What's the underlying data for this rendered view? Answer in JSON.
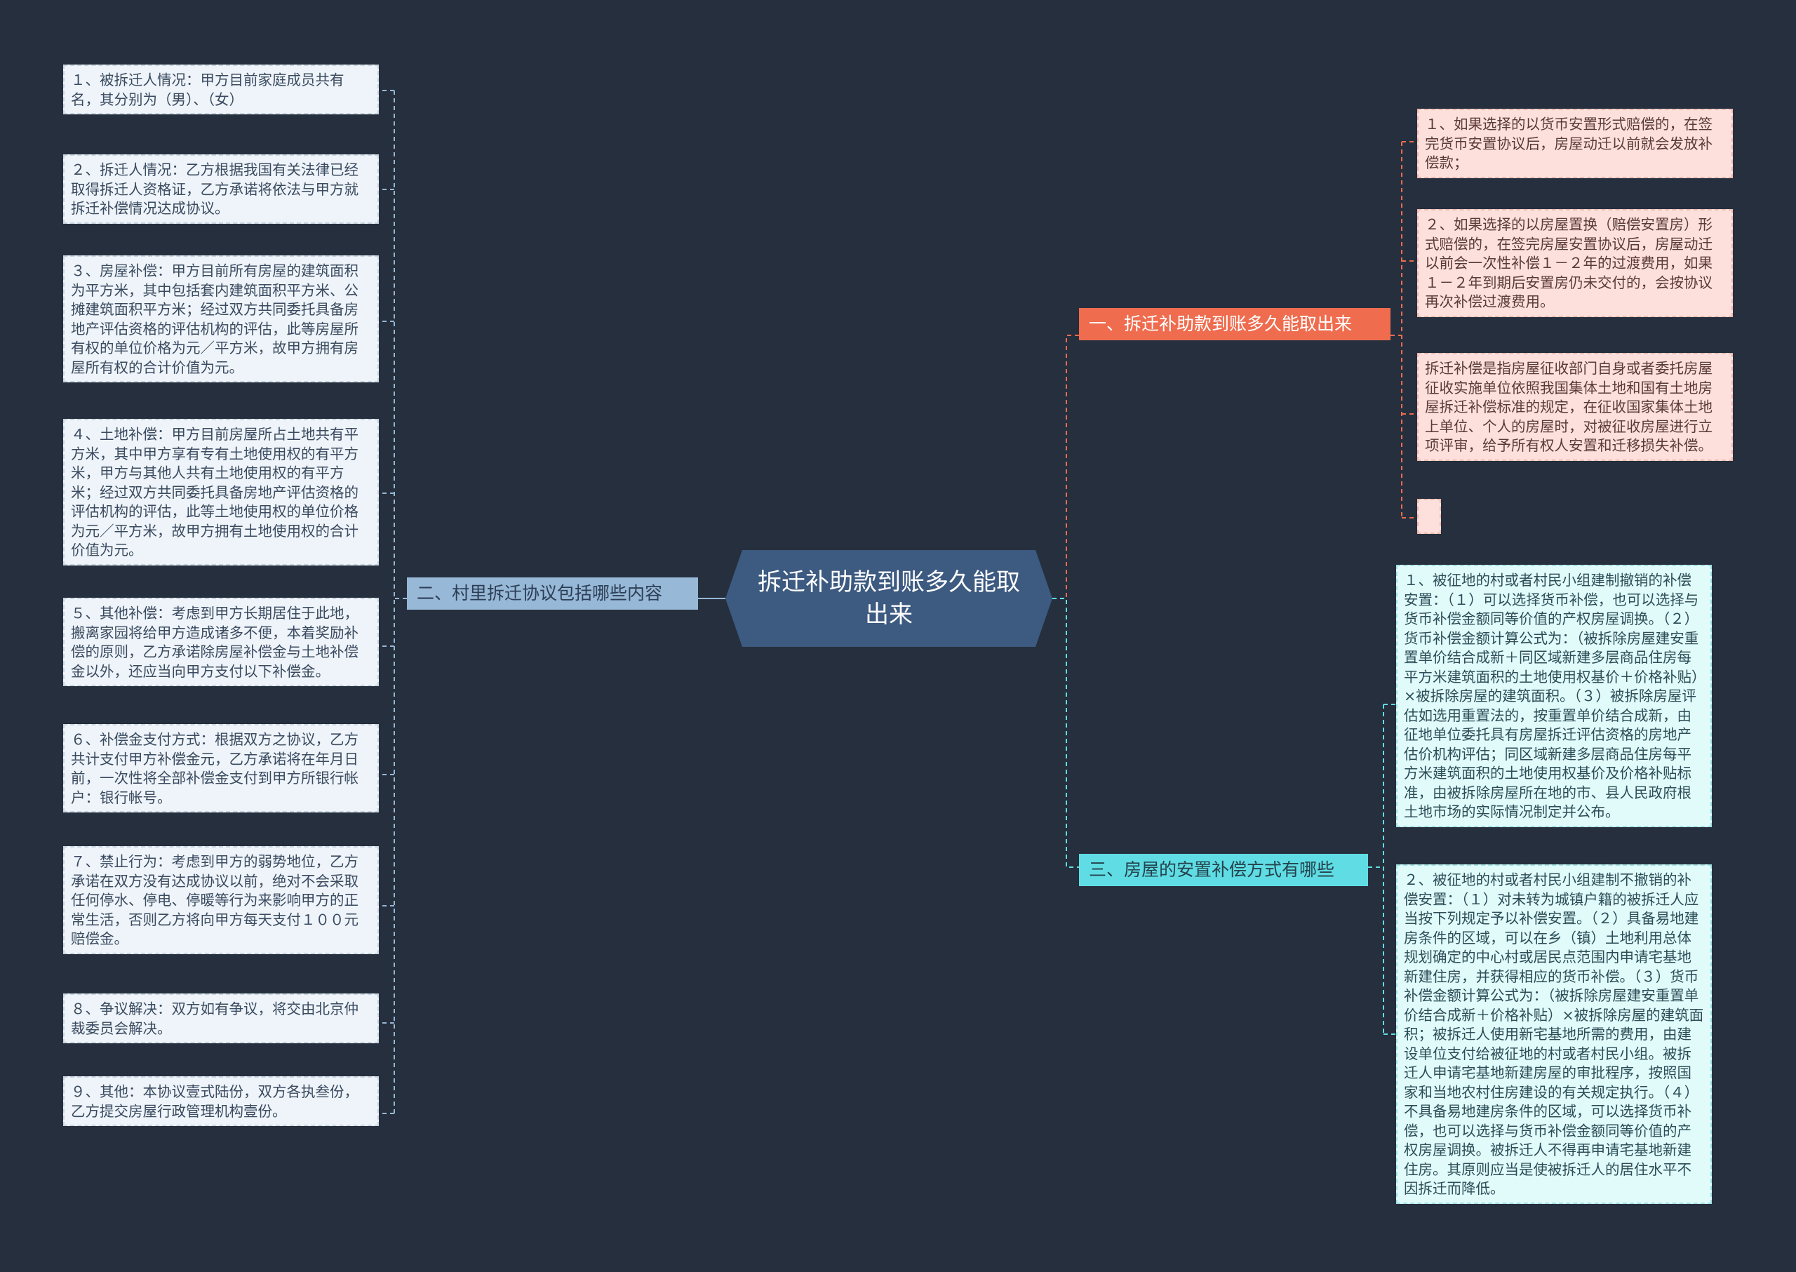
{
  "root": {
    "title": "拆迁补助款到账多久能取出来"
  },
  "branches": {
    "b1": {
      "label": "一、拆迁补助款到账多久能取出来",
      "color": "#ef6c4f"
    },
    "b2": {
      "label": "二、村里拆迁协议包括哪些内容",
      "color": "#97b8d6"
    },
    "b3": {
      "label": "三、房屋的安置补偿方式有哪些",
      "color": "#60dde4"
    }
  },
  "b1_items": [
    "１、如果选择的以货币安置形式赔偿的，在签完货币安置协议后，房屋动迁以前就会发放补偿款；",
    "２、如果选择的以房屋置换（赔偿安置房）形式赔偿的，在签完房屋安置协议后，房屋动迁以前会一次性补偿１－２年的过渡费用，如果１－２年到期后安置房仍未交付的，会按协议再次补偿过渡费用。",
    "拆迁补偿是指房屋征收部门自身或者委托房屋征收实施单位依照我国集体土地和国有土地房屋拆迁补偿标准的规定，在征收国家集体土地上单位、个人的房屋时，对被征收房屋进行立项评审，给予所有权人安置和迁移损失补偿。",
    ""
  ],
  "b2_items": [
    "１、被拆迁人情况：甲方目前家庭成员共有名，其分别为（男）、（女）",
    "２、拆迁人情况：乙方根据我国有关法律已经取得拆迁人资格证，乙方承诺将依法与甲方就拆迁补偿情况达成协议。",
    "３、房屋补偿：甲方目前所有房屋的建筑面积为平方米，其中包括套内建筑面积平方米、公摊建筑面积平方米；经过双方共同委托具备房地产评估资格的评估机构的评估，此等房屋所有权的单位价格为元／平方米，故甲方拥有房屋所有权的合计价值为元。",
    "４、土地补偿：甲方目前房屋所占土地共有平方米，其中甲方享有专有土地使用权的有平方米，甲方与其他人共有土地使用权的有平方米；经过双方共同委托具备房地产评估资格的评估机构的评估，此等土地使用权的单位价格为元／平方米，故甲方拥有土地使用权的合计价值为元。",
    "５、其他补偿：考虑到甲方长期居住于此地，搬离家园将给甲方造成诸多不便，本着奖励补偿的原则，乙方承诺除房屋补偿金与土地补偿金以外，还应当向甲方支付以下补偿金。",
    "６、补偿金支付方式：根据双方之协议，乙方共计支付甲方补偿金元，乙方承诺将在年月日前，一次性将全部补偿金支付到甲方所银行帐户：银行帐号。",
    "７、禁止行为：考虑到甲方的弱势地位，乙方承诺在双方没有达成协议以前，绝对不会采取任何停水、停电、停暖等行为来影响甲方的正常生活，否则乙方将向甲方每天支付１００元赔偿金。",
    "８、争议解决：双方如有争议，将交由北京仲裁委员会解决。",
    "９、其他：本协议壹式陆份，双方各执叁份，乙方提交房屋行政管理机构壹份。"
  ],
  "b3_items": [
    "１、被征地的村或者村民小组建制撤销的补偿安置：（１）可以选择货币补偿，也可以选择与货币补偿金额同等价值的产权房屋调换。（２）货币补偿金额计算公式为：（被拆除房屋建安重置单价结合成新＋同区域新建多层商品住房每平方米建筑面积的土地使用权基价＋价格补贴）×被拆除房屋的建筑面积。（３）被拆除房屋评估如选用重置法的，按重置单价结合成新，由征地单位委托具有房屋拆迁评估资格的房地产估价机构评估；同区域新建多层商品住房每平方米建筑面积的土地使用权基价及价格补贴标准，由被拆除房屋所在地的市、县人民政府根土地市场的实际情况制定并公布。",
    "２、被征地的村或者村民小组建制不撤销的补偿安置：（１）对未转为城镇户籍的被拆迁人应当按下列规定予以补偿安置。（２）具备易地建房条件的区域，可以在乡（镇）土地利用总体规划确定的中心村或居民点范围内申请宅基地新建住房，并获得相应的货币补偿。（３）货币补偿金额计算公式为：（被拆除房屋建安重置单价结合成新＋价格补贴）×被拆除房屋的建筑面积；被拆迁人使用新宅基地所需的费用，由建设单位支付给被征地的村或者村民小组。被拆迁人申请宅基地新建房屋的审批程序，按照国家和当地农村住房建设的有关规定执行。（４）不具备易地建房条件的区域，可以选择货币补偿，也可以选择与货币补偿金额同等价值的产权房屋调换。被拆迁人不得再申请宅基地新建住房。其原则应当是使被拆迁人的居住水平不因拆迁而降低。"
  ]
}
